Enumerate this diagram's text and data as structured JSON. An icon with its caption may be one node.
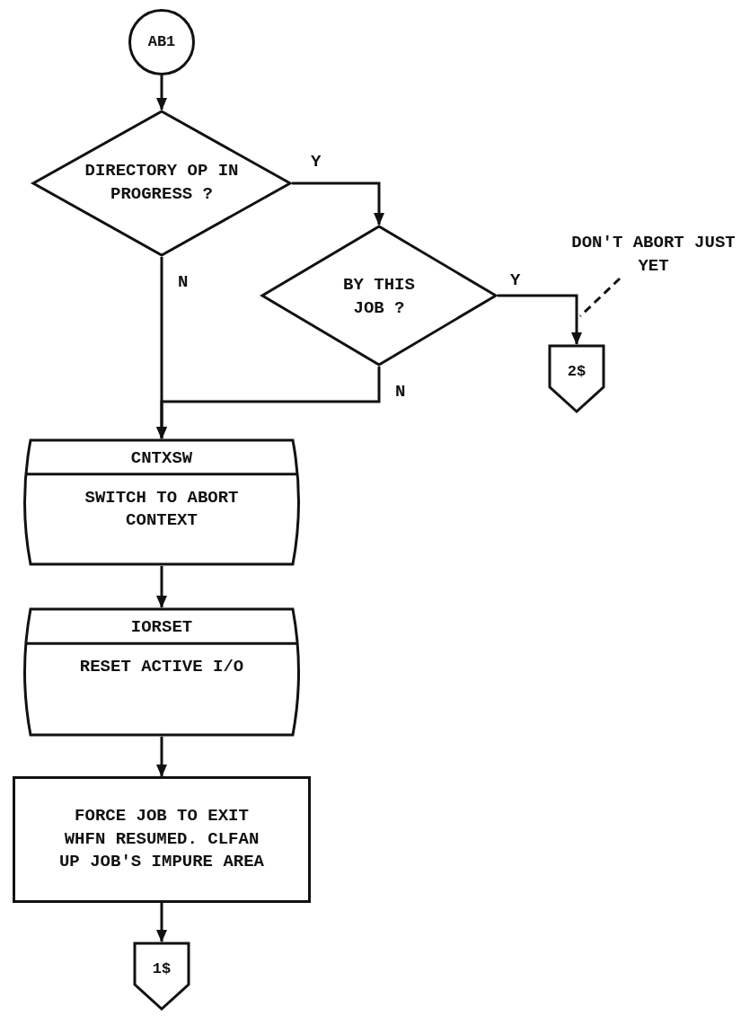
{
  "diagram": {
    "nodes": [
      {
        "text": [
          "AB1"
        ]
      },
      {
        "text": [
          "DIRECTORY OP IN PROGRESS ?"
        ]
      },
      {
        "text": [
          "BY THIS JOB ?"
        ]
      },
      {
        "text": [
          "2$"
        ]
      },
      {
        "text": [
          "DON'T ABORT JUST YET"
        ]
      },
      {
        "text": [
          "CNTXSW",
          "SWITCH TO ABORT CONTEXT"
        ]
      },
      {
        "text": [
          "IORSET",
          "RESET ACTIVE I/O"
        ]
      },
      {
        "text": [
          "FORCE JOB TO EXIT WHFN RESUMED. CLFAN UP JOB'S IMPURE AREA"
        ]
      },
      {
        "text": [
          "1$"
        ]
      }
    ],
    "edges": [
      {
        "from": 0,
        "to": 1,
        "arrow": "to"
      },
      {
        "from": 1,
        "to": 2,
        "arrow": "to",
        "label": "Y"
      },
      {
        "from": 1,
        "to": 5,
        "arrow": "to",
        "label": "N"
      },
      {
        "from": 2,
        "to": 5,
        "arrow": "to",
        "label": "N"
      },
      {
        "from": 2,
        "to": 3,
        "arrow": "to",
        "label": "Y"
      },
      {
        "from": 5,
        "to": 6,
        "arrow": "to"
      },
      {
        "from": 6,
        "to": 7,
        "arrow": "to"
      },
      {
        "from": 7,
        "to": 8,
        "arrow": "to"
      },
      {
        "from": 4,
        "to": null,
        "arrow": "none",
        "style": "dashed"
      }
    ]
  }
}
